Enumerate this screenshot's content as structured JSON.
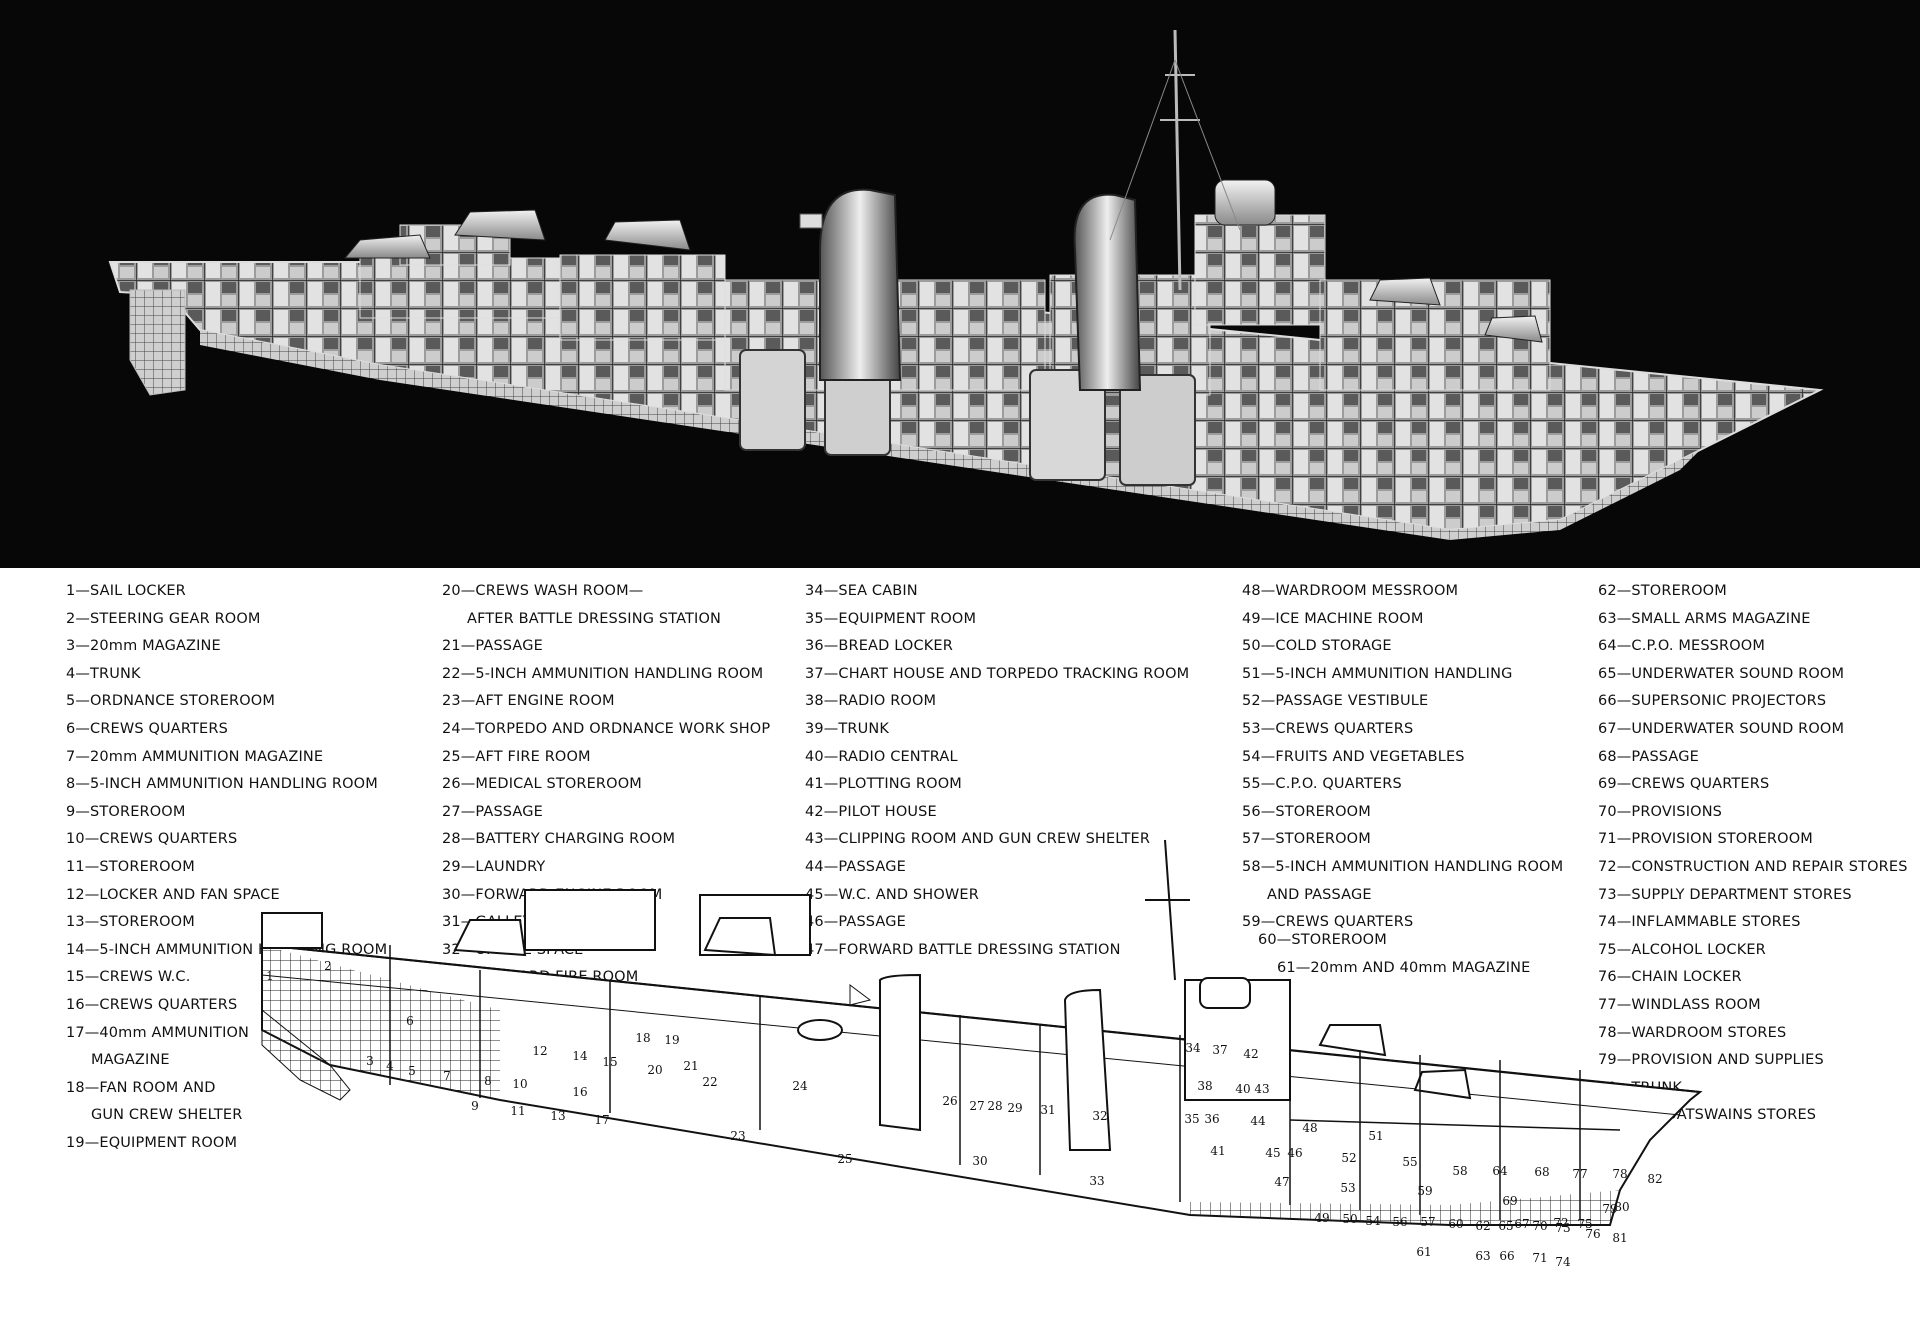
{
  "legend": {
    "col1": [
      {
        "num": "1",
        "label": "SAIL LOCKER"
      },
      {
        "num": "2",
        "label": "STEERING GEAR ROOM"
      },
      {
        "num": "3",
        "label": "20mm MAGAZINE"
      },
      {
        "num": "4",
        "label": "TRUNK"
      },
      {
        "num": "5",
        "label": "ORDNANCE STOREROOM"
      },
      {
        "num": "6",
        "label": "CREWS QUARTERS"
      },
      {
        "num": "7",
        "label": "20mm AMMUNITION MAGAZINE"
      },
      {
        "num": "8",
        "label": "5-INCH AMMUNITION HANDLING ROOM"
      },
      {
        "num": "9",
        "label": "STOREROOM"
      },
      {
        "num": "10",
        "label": "CREWS QUARTERS"
      },
      {
        "num": "11",
        "label": "STOREROOM"
      },
      {
        "num": "12",
        "label": "LOCKER AND FAN SPACE"
      },
      {
        "num": "13",
        "label": "STOREROOM"
      },
      {
        "num": "14",
        "label": "5-INCH AMMUNITION HANDLING ROOM"
      },
      {
        "num": "15",
        "label": "CREWS W.C."
      },
      {
        "num": "16",
        "label": "CREWS QUARTERS"
      },
      {
        "num": "17",
        "label": "40mm AMMUNITION",
        "cont": "MAGAZINE"
      },
      {
        "num": "18",
        "label": "FAN ROOM AND",
        "cont": "GUN CREW SHELTER"
      },
      {
        "num": "19",
        "label": "EQUIPMENT ROOM"
      }
    ],
    "col2": [
      {
        "num": "20",
        "label": "CREWS WASH ROOM—",
        "cont": "AFTER BATTLE DRESSING STATION"
      },
      {
        "num": "21",
        "label": "PASSAGE"
      },
      {
        "num": "22",
        "label": "5-INCH AMMUNITION HANDLING ROOM"
      },
      {
        "num": "23",
        "label": "AFT ENGINE ROOM"
      },
      {
        "num": "24",
        "label": "TORPEDO AND ORDNANCE WORK SHOP"
      },
      {
        "num": "25",
        "label": "AFT FIRE ROOM"
      },
      {
        "num": "26",
        "label": "MEDICAL STOREROOM"
      },
      {
        "num": "27",
        "label": "PASSAGE"
      },
      {
        "num": "28",
        "label": "BATTERY CHARGING ROOM"
      },
      {
        "num": "29",
        "label": "LAUNDRY"
      },
      {
        "num": "30",
        "label": "FORWARD ENGINE ROOM"
      },
      {
        "num": "31",
        "label": "GALLEY"
      },
      {
        "num": "32",
        "label": "UPTAKE SPACE"
      },
      {
        "num": "33",
        "label": "FORWARD FIRE ROOM"
      }
    ],
    "col3": [
      {
        "num": "34",
        "label": "SEA CABIN"
      },
      {
        "num": "35",
        "label": "EQUIPMENT ROOM"
      },
      {
        "num": "36",
        "label": "BREAD LOCKER"
      },
      {
        "num": "37",
        "label": "CHART HOUSE AND TORPEDO TRACKING ROOM"
      },
      {
        "num": "38",
        "label": "RADIO ROOM"
      },
      {
        "num": "39",
        "label": "TRUNK"
      },
      {
        "num": "40",
        "label": "RADIO CENTRAL"
      },
      {
        "num": "41",
        "label": "PLOTTING ROOM"
      },
      {
        "num": "42",
        "label": "PILOT HOUSE"
      },
      {
        "num": "43",
        "label": "CLIPPING ROOM AND GUN CREW SHELTER"
      },
      {
        "num": "44",
        "label": "PASSAGE"
      },
      {
        "num": "45",
        "label": "W.C. AND SHOWER"
      },
      {
        "num": "46",
        "label": "PASSAGE"
      },
      {
        "num": "47",
        "label": "FORWARD BATTLE DRESSING STATION"
      }
    ],
    "col4": [
      {
        "num": "48",
        "label": "WARDROOM MESSROOM"
      },
      {
        "num": "49",
        "label": "ICE MACHINE ROOM"
      },
      {
        "num": "50",
        "label": "COLD STORAGE"
      },
      {
        "num": "51",
        "label": "5-INCH AMMUNITION HANDLING"
      },
      {
        "num": "52",
        "label": "PASSAGE VESTIBULE"
      },
      {
        "num": "53",
        "label": "CREWS QUARTERS"
      },
      {
        "num": "54",
        "label": "FRUITS AND VEGETABLES"
      },
      {
        "num": "55",
        "label": "C.P.O. QUARTERS"
      },
      {
        "num": "56",
        "label": "STOREROOM"
      },
      {
        "num": "57",
        "label": "STOREROOM"
      },
      {
        "num": "58",
        "label": "5-INCH AMMUNITION HANDLING ROOM",
        "cont": "AND PASSAGE"
      },
      {
        "num": "59",
        "label": "CREWS QUARTERS"
      }
    ],
    "col4_extra": [
      {
        "num": "60",
        "label": "STOREROOM"
      },
      {
        "num": "61",
        "label": "20mm AND 40mm MAGAZINE"
      }
    ],
    "col5": [
      {
        "num": "62",
        "label": "STOREROOM"
      },
      {
        "num": "63",
        "label": "SMALL ARMS MAGAZINE"
      },
      {
        "num": "64",
        "label": "C.P.O. MESSROOM"
      },
      {
        "num": "65",
        "label": "UNDERWATER SOUND ROOM"
      },
      {
        "num": "66",
        "label": "SUPERSONIC PROJECTORS"
      },
      {
        "num": "67",
        "label": "UNDERWATER SOUND ROOM"
      },
      {
        "num": "68",
        "label": "PASSAGE"
      },
      {
        "num": "69",
        "label": "CREWS QUARTERS"
      },
      {
        "num": "70",
        "label": "PROVISIONS"
      },
      {
        "num": "71",
        "label": "PROVISION STOREROOM"
      },
      {
        "num": "72",
        "label": "CONSTRUCTION AND REPAIR STORES"
      },
      {
        "num": "73",
        "label": "SUPPLY DEPARTMENT STORES"
      },
      {
        "num": "74",
        "label": "INFLAMMABLE STORES"
      },
      {
        "num": "75",
        "label": "ALCOHOL LOCKER"
      },
      {
        "num": "76",
        "label": "CHAIN LOCKER"
      },
      {
        "num": "77",
        "label": "WINDLASS ROOM"
      },
      {
        "num": "78",
        "label": "WARDROOM STORES"
      },
      {
        "num": "79",
        "label": "PROVISION AND SUPPLIES"
      },
      {
        "num": "80",
        "label": "TRUNK"
      },
      {
        "num": "81-82",
        "label": "BOATSWAINS STORES"
      }
    ]
  },
  "diagram_labels": [
    "1",
    "2",
    "3",
    "4",
    "5",
    "6",
    "7",
    "8",
    "9",
    "10",
    "11",
    "12",
    "13",
    "14",
    "15",
    "16",
    "17",
    "18",
    "19",
    "20",
    "21",
    "22",
    "23",
    "24",
    "25",
    "26",
    "27",
    "28",
    "29",
    "30",
    "31",
    "32",
    "33",
    "34",
    "35",
    "36",
    "37",
    "38",
    "40",
    "41",
    "42",
    "43",
    "44",
    "45",
    "46",
    "47",
    "48",
    "49",
    "50",
    "51",
    "52",
    "53",
    "54",
    "55",
    "56",
    "57",
    "58",
    "59",
    "60",
    "61",
    "62",
    "63",
    "64",
    "65",
    "66",
    "67",
    "68",
    "69",
    "70",
    "71",
    "72",
    "73",
    "74",
    "75",
    "76",
    "77",
    "78",
    "79",
    "80",
    "81",
    "82"
  ],
  "colors": {
    "background_top": "#070707",
    "hull_light": "#cfcfcf",
    "line": "#111111"
  }
}
